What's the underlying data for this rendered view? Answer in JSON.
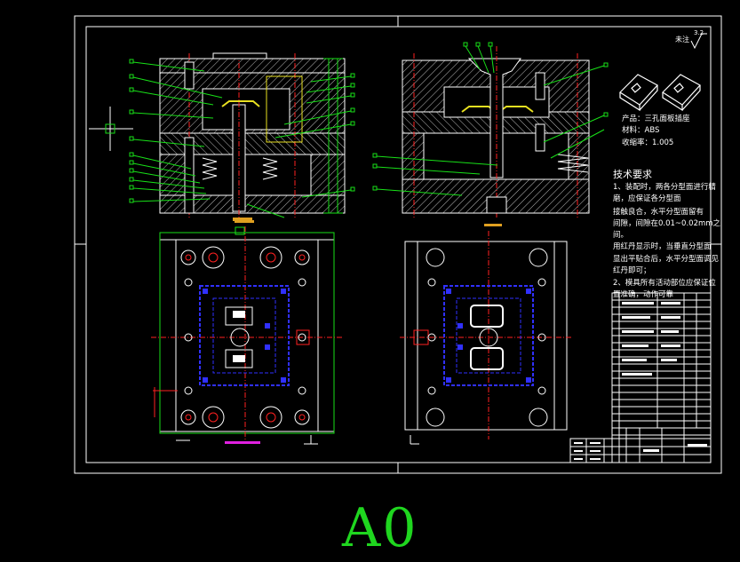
{
  "drawing": {
    "roughness_note": "未注",
    "roughness_value": "3.2",
    "product_info": {
      "product": "产品：三孔面板插座",
      "material": "材料：ABS",
      "shrinkage": "收缩率：1.005"
    },
    "requirements": {
      "title": "技术要求",
      "items": [
        "1、装配时，两各分型面进行精",
        "磨，应保证各分型面",
        "接触良合，水平分型面留有",
        "间隙，间隙在0.01~0.02mm之",
        "间。",
        "用红丹显示时，当垂直分型面",
        "显出平贴合后，水平分型面调见",
        "红丹即可；",
        "2、模具所有活动部位应保证位",
        "置准确，动作可靠"
      ]
    },
    "sheet_size": "A0"
  },
  "colors": {
    "background": "#000000",
    "border": "#ffffff",
    "structure_line": "#e8e8e8",
    "leader_line": "#18e018",
    "centerline": "#ff2020",
    "hidden_line": "#3030ff",
    "hatch": "#cfcfcf",
    "sheet_size_text": "#1fd61f",
    "accent_yellow": "#e8e020",
    "accent_magenta": "#e020e0"
  }
}
